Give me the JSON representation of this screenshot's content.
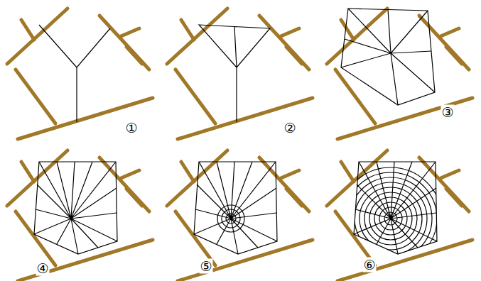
{
  "diagram": {
    "labels": [
      "①",
      "②",
      "③",
      "④",
      "⑤",
      "⑥"
    ]
  }
}
